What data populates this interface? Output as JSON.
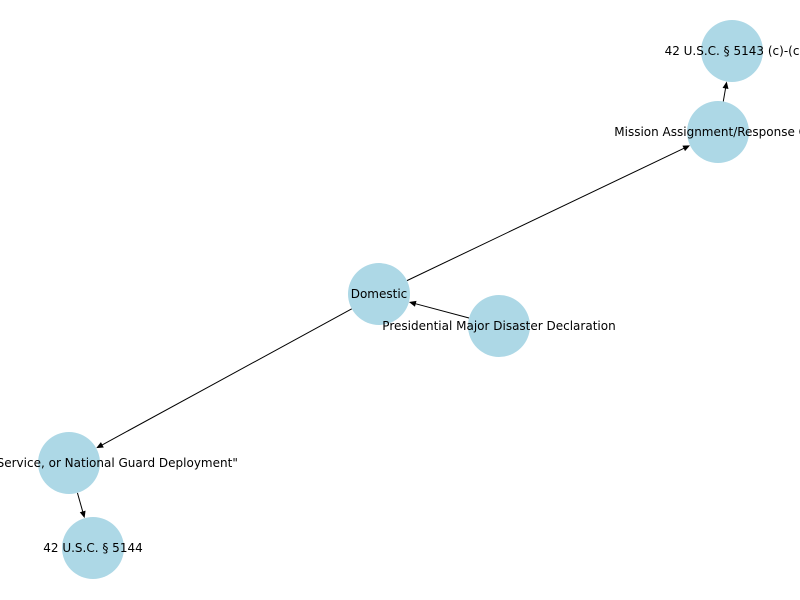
{
  "diagram": {
    "nodes": [
      {
        "id": "domestic",
        "label": "Domestic"
      },
      {
        "id": "presidential",
        "label": "Presidential Major Disaster Declaration"
      },
      {
        "id": "mission",
        "label": "Mission Assignment/Response Coo"
      },
      {
        "id": "usc5143",
        "label": "42 U.S.C. § 5143 (c)-(c"
      },
      {
        "id": "troop",
        "label": "oop, Uniformed Service, or National Guard Deployment\""
      },
      {
        "id": "usc5144",
        "label": "42 U.S.C. § 5144"
      }
    ],
    "edges": [
      {
        "from": "presidential",
        "to": "domestic"
      },
      {
        "from": "domestic",
        "to": "mission"
      },
      {
        "from": "mission",
        "to": "usc5143"
      },
      {
        "from": "domestic",
        "to": "troop"
      },
      {
        "from": "troop",
        "to": "usc5144"
      }
    ],
    "colors": {
      "node_fill": "#add8e6",
      "edge": "#000000",
      "label": "#000000"
    }
  }
}
